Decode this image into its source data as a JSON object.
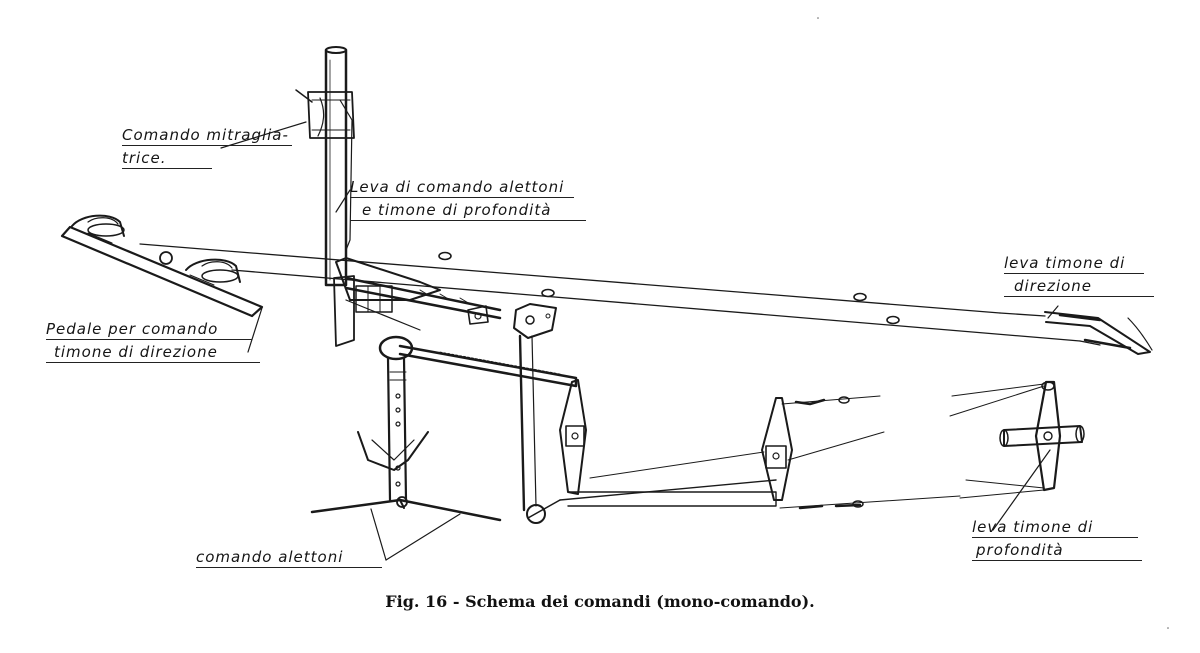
{
  "labels": {
    "gun_control_l1": "Comando mitraglia-",
    "gun_control_l2": "trice.",
    "control_stick_l1": "Leva di comando alettoni",
    "control_stick_l2": "e timone di profondità",
    "rudder_lever_l1": "leva timone di",
    "rudder_lever_l2": "direzione",
    "pedal_l1": "Pedale per comando",
    "pedal_l2": "timone di direzione",
    "aileron_control": "comando alettoni",
    "elevator_lever_l1": "leva timone di",
    "elevator_lever_l2": "profondità"
  },
  "caption": "Fig. 16 - Schema dei comandi (mono-comando).",
  "colors": {
    "ink": "#1a1a1a",
    "paper": "#ffffff"
  }
}
